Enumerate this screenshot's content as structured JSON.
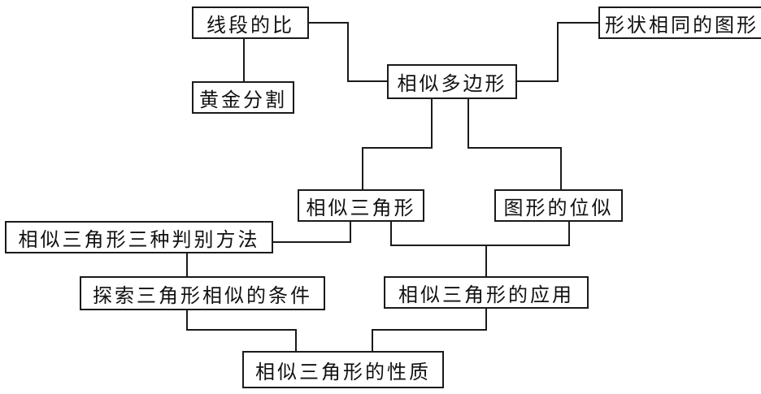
{
  "nodes": {
    "ratio_of_segments": "线段的比",
    "golden_section": "黄金分割",
    "similar_polygons": "相似多边形",
    "same_shape_figures": "形状相同的图形",
    "similar_triangles": "相似三角形",
    "homothetic_figures": "图形的位似",
    "three_criteria": "相似三角形三种判别方法",
    "explore_conditions": "探索三角形相似的条件",
    "applications": "相似三角形的应用",
    "properties": "相似三角形的性质"
  },
  "colors": {
    "line": "#1a1a1a",
    "text": "#111111",
    "background": "#ffffff"
  }
}
